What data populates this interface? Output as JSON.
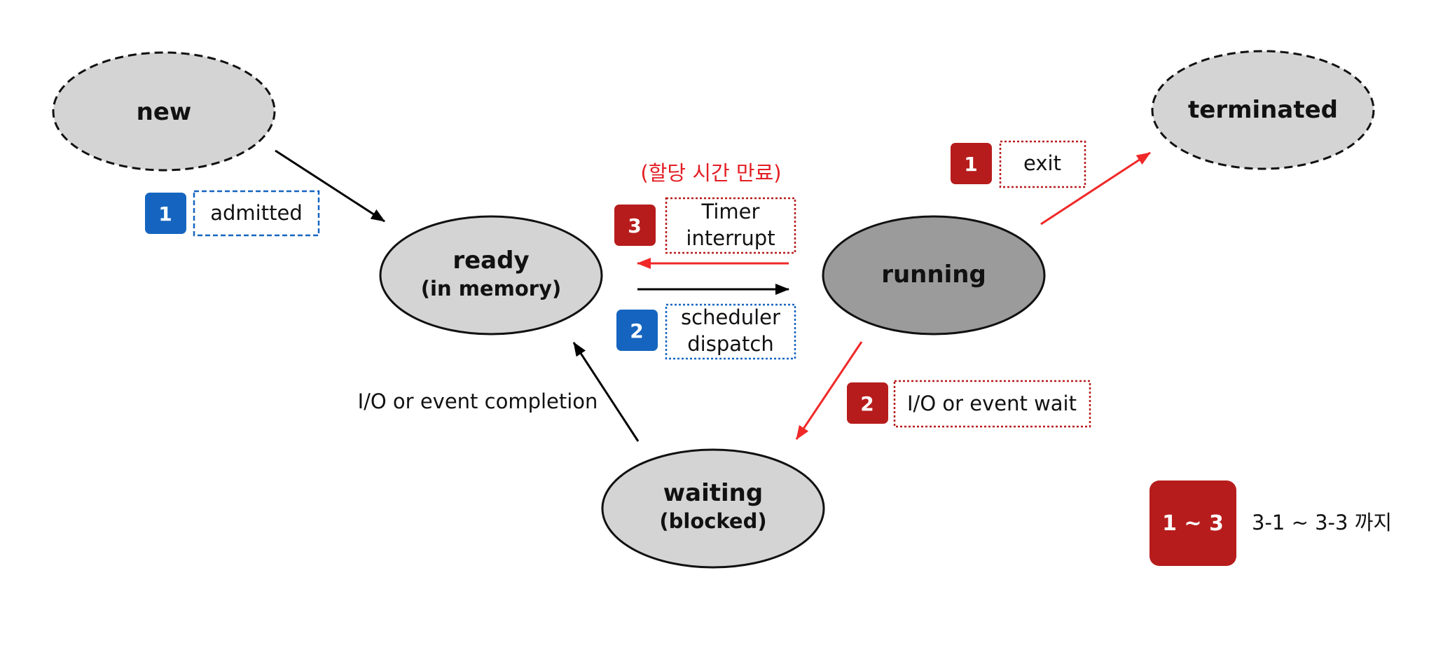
{
  "states": {
    "new": {
      "title": "new"
    },
    "terminated": {
      "title": "terminated"
    },
    "ready": {
      "title": "ready",
      "subtitle": "(in memory)"
    },
    "running": {
      "title": "running"
    },
    "waiting": {
      "title": "waiting",
      "subtitle": "(blocked)"
    }
  },
  "transitions": {
    "admitted": {
      "badge": "1",
      "label": "admitted",
      "color": "#1565c0"
    },
    "exit": {
      "badge": "1",
      "label": "exit",
      "color": "#b71c1c"
    },
    "timer_interrupt": {
      "badge": "3",
      "label_line1": "Timer",
      "label_line2": "interrupt",
      "color": "#b71c1c"
    },
    "scheduler_dispatch": {
      "badge": "2",
      "label_line1": "scheduler",
      "label_line2": "dispatch",
      "color": "#1565c0"
    },
    "io_event_wait": {
      "badge": "2",
      "label": "I/O or event wait",
      "color": "#b71c1c"
    },
    "io_event_completion": {
      "label": "I/O or event completion"
    }
  },
  "note": "(할당 시간 만료)",
  "legend": {
    "badge": "1 ~ 3",
    "text": "3-1 ~ 3-3 까지"
  },
  "colors": {
    "red_badge": "#b71c1c",
    "blue_badge": "#1565c0",
    "red_arrow": "#f02828",
    "state_fill": "#d4d4d4",
    "running_fill": "#9b9b9b"
  }
}
